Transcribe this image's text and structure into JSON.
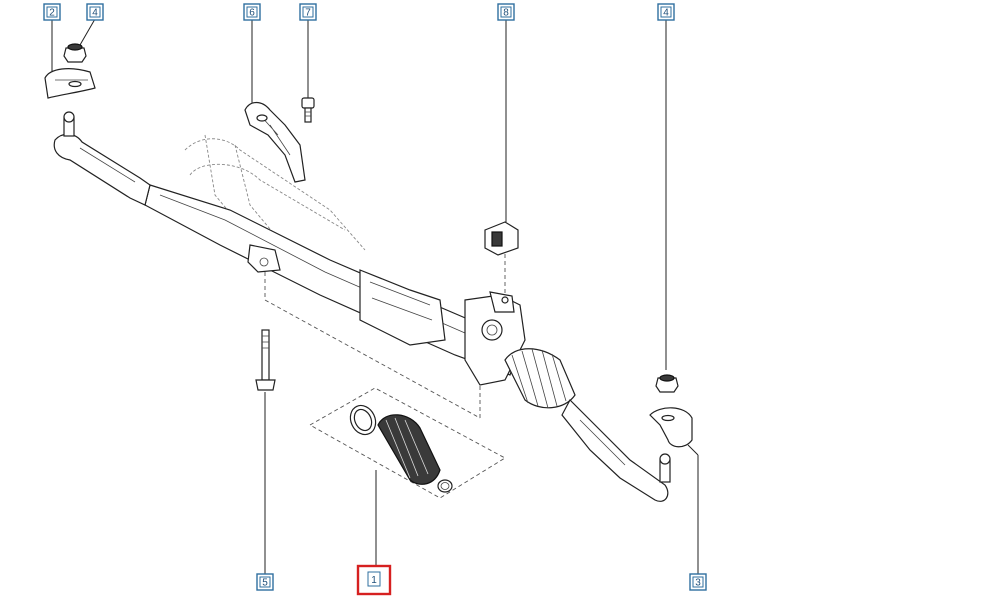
{
  "callouts": [
    {
      "id": "c2",
      "label": "2"
    },
    {
      "id": "c4a",
      "label": "4"
    },
    {
      "id": "c6",
      "label": "6"
    },
    {
      "id": "c7",
      "label": "7"
    },
    {
      "id": "c8",
      "label": "8"
    },
    {
      "id": "c4b",
      "label": "4"
    },
    {
      "id": "c5",
      "label": "5"
    },
    {
      "id": "c1",
      "label": "1",
      "selected": true
    },
    {
      "id": "c3",
      "label": "3"
    }
  ],
  "colors": {
    "callout_border": "#2f6f9f",
    "selected_border": "#d62020",
    "line": "#222222"
  }
}
